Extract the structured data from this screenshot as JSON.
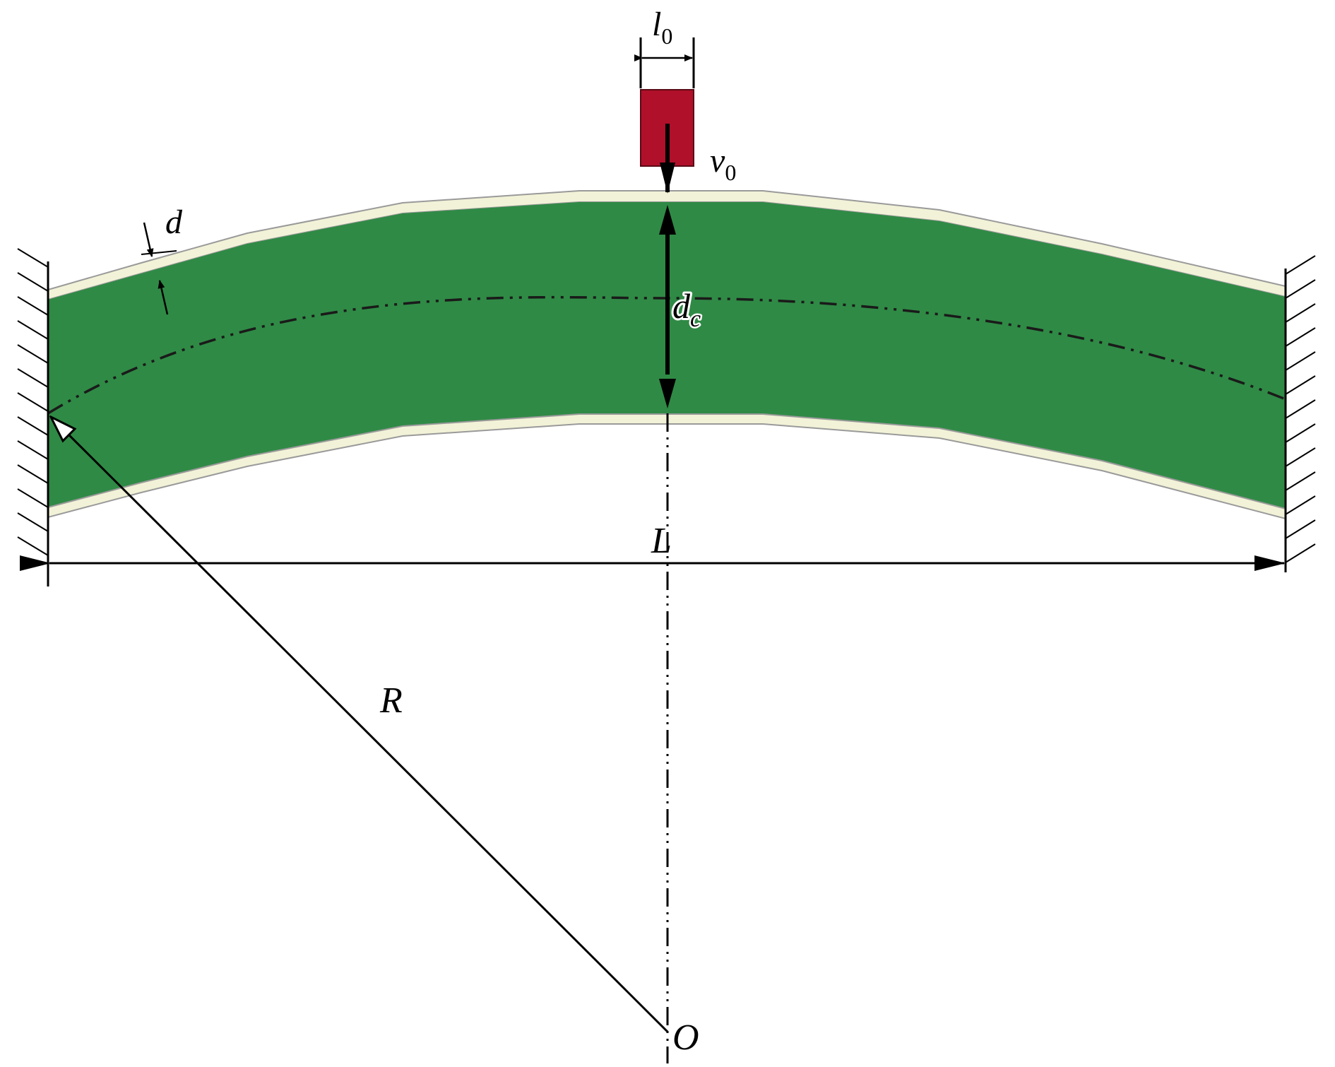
{
  "labels": {
    "l0": {
      "main": "l",
      "sub": "0"
    },
    "v0": {
      "main": "v",
      "sub": "0"
    },
    "d": {
      "main": "d"
    },
    "dc": {
      "main": "d",
      "sub": "c"
    },
    "L": {
      "main": "L"
    },
    "R": {
      "main": "R"
    },
    "O": {
      "main": "O"
    }
  },
  "colors": {
    "core": "#2f8a45",
    "face_sheet": "#f2f2d8",
    "projectile": "#b0102a",
    "line": "#000000"
  }
}
